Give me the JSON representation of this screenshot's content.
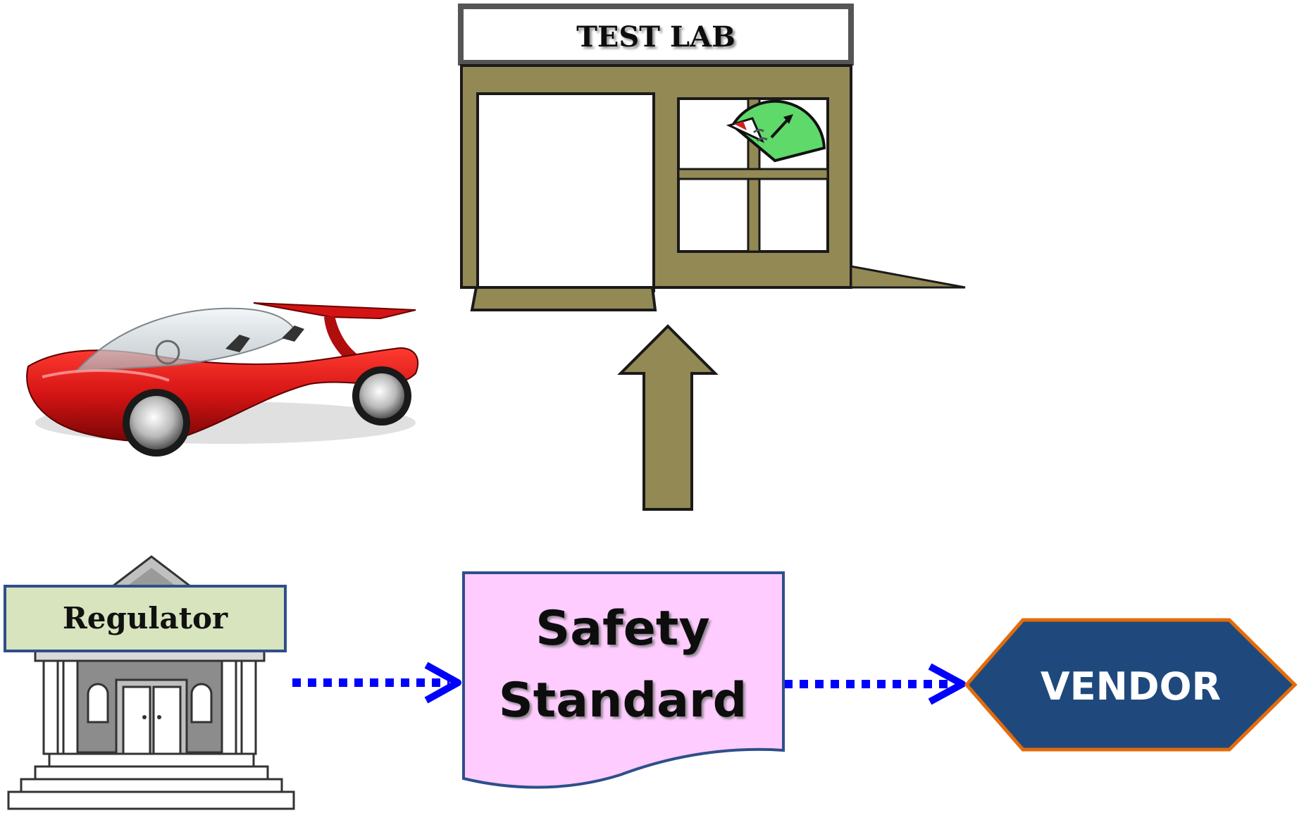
{
  "test_lab": {
    "sign": "TEST LAB"
  },
  "regulator": {
    "label": "Regulator"
  },
  "safety_standard": {
    "line1": "Safety",
    "line2": "Standard"
  },
  "vendor": {
    "label": "VENDOR"
  },
  "colors": {
    "building": "#938955",
    "document_fill": "#ffccff",
    "document_stroke": "#2e4f8a",
    "vendor_fill": "#1f497d",
    "vendor_stroke": "#e46c0a",
    "regulator_sign": "#d7e4bd",
    "dotted_arrow": "#0000ff",
    "car": "#cc1111"
  },
  "icons": [
    "car-icon",
    "gauge-icon",
    "bank-building-icon",
    "up-arrow-icon"
  ]
}
